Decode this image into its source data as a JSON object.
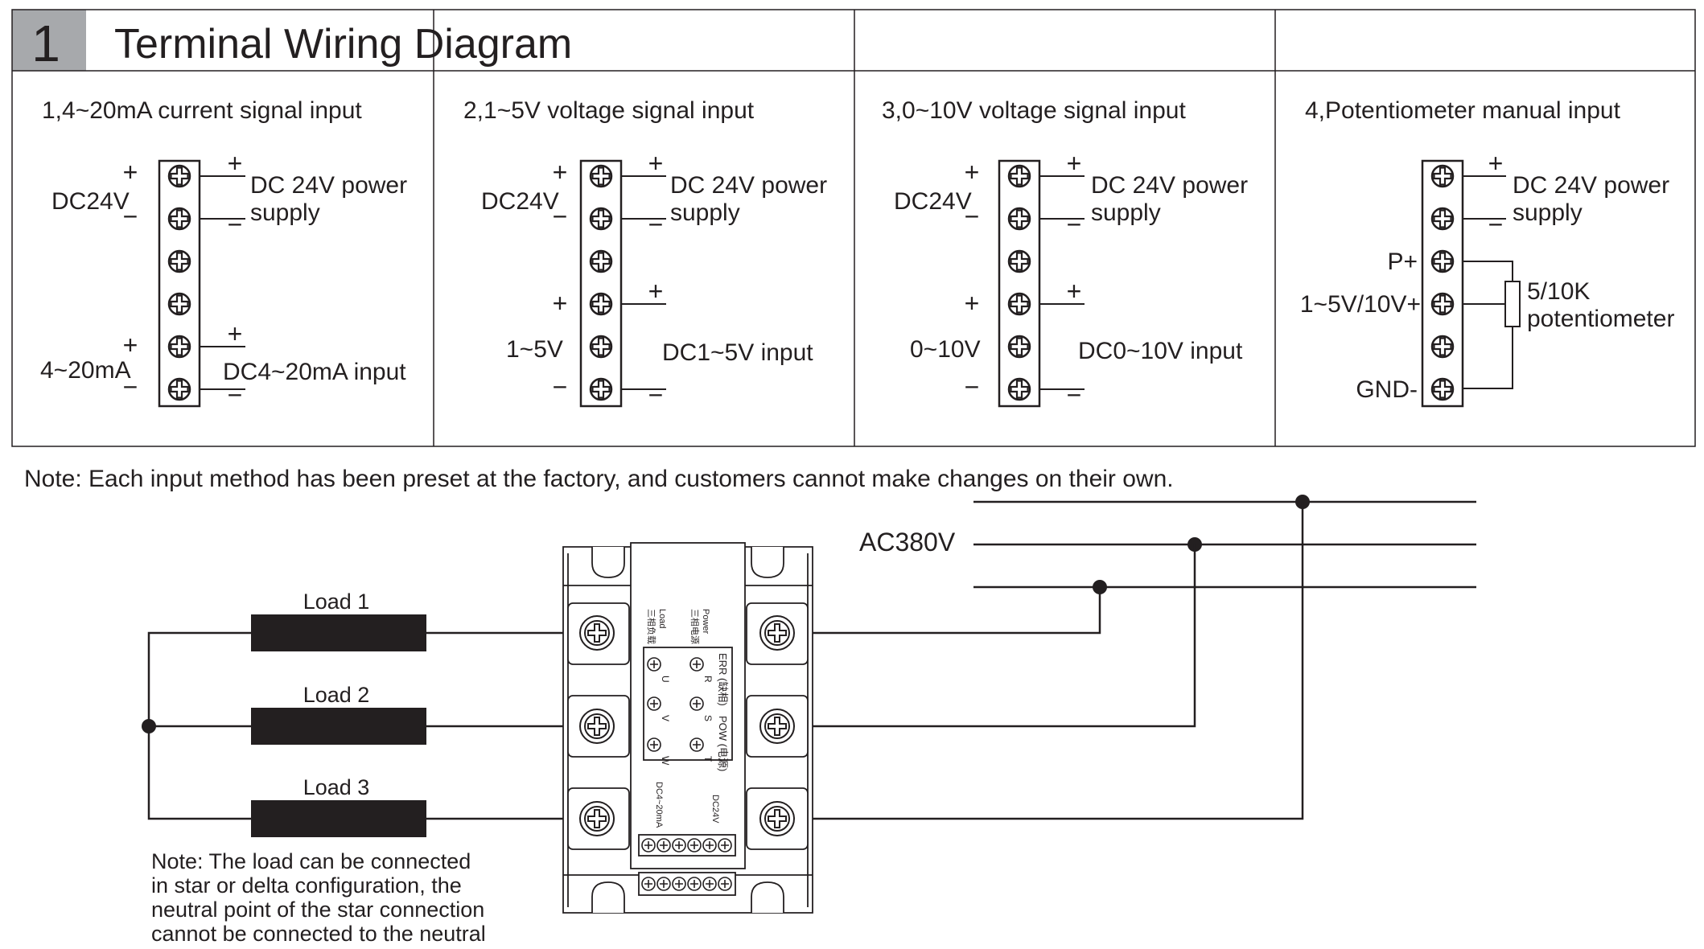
{
  "header": {
    "number": "1",
    "title": "Terminal Wiring Diagram"
  },
  "panels": [
    {
      "title": "1,4~20mA current signal input",
      "left_labels": {
        "power": "DC24V",
        "signal": "4~20mA"
      },
      "right_labels": {
        "power_line1": "DC 24V power",
        "power_line2": "supply",
        "signal": "DC4~20mA input"
      }
    },
    {
      "title": "2,1~5V voltage signal input",
      "left_labels": {
        "power": "DC24V",
        "signal": "1~5V"
      },
      "right_labels": {
        "power_line1": "DC 24V power",
        "power_line2": "supply",
        "signal": "DC1~5V input"
      }
    },
    {
      "title": "3,0~10V voltage signal input",
      "left_labels": {
        "power": "DC24V",
        "signal": "0~10V"
      },
      "right_labels": {
        "power_line1": "DC 24V power",
        "power_line2": "supply",
        "signal": "DC0~10V input"
      }
    },
    {
      "title": "4,Potentiometer manual input",
      "left_labels": {
        "p_plus": "P+",
        "signal_plus": "1~5V/10V+",
        "gnd": "GND-"
      },
      "right_labels": {
        "power_line1": "DC 24V power",
        "power_line2": "supply",
        "pot_line1": "5/10K",
        "pot_line2": "potentiometer"
      }
    }
  ],
  "symbols": {
    "plus": "+",
    "minus": "−"
  },
  "factory_note": "Note: Each input method has been preset at the factory, and customers cannot make changes on their own.",
  "wiring": {
    "supply_label": "AC380V",
    "loads": [
      "Load 1",
      "Load 2",
      "Load 3"
    ],
    "load_note": [
      "Note: The load can be connected",
      "in star or delta configuration, the",
      "neutral point of the star connection",
      "cannot be connected to the neutral"
    ]
  },
  "module": {
    "power_label": "Power",
    "power_label_cn": "三相电源",
    "load_label": "Load",
    "load_label_cn": "三相负载",
    "err_label": "ERR (缺相)",
    "pow_label": "POW (电源)",
    "phases_in": [
      "R",
      "S",
      "T"
    ],
    "phases_out": [
      "U",
      "V",
      "W"
    ],
    "dc24v_label": "DC24V",
    "dc_input_label": "DC4~20mA"
  }
}
